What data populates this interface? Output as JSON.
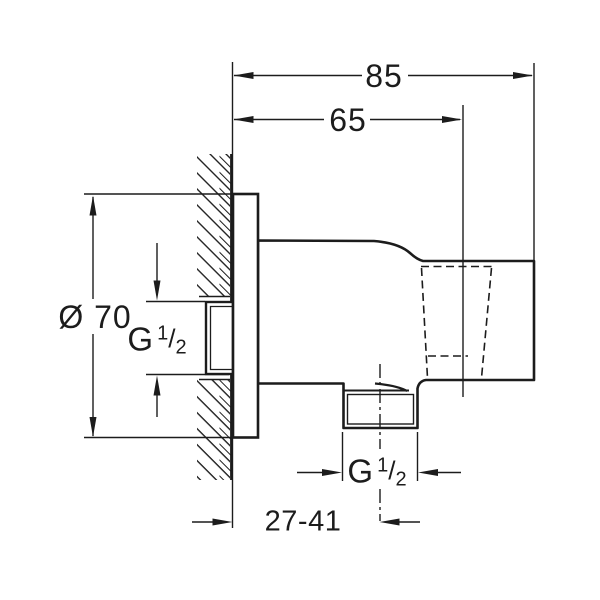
{
  "drawing": {
    "background_color": "#ffffff",
    "line_color": "#1c1c1c",
    "labels": {
      "depth_total": "85",
      "depth_holder_center": "65",
      "flange_diameter": "Ø 70",
      "wall_distance_range": "27-41",
      "inlet_thread": {
        "prefix": "G",
        "numerator": "1",
        "slash": "/",
        "denominator": "2"
      },
      "outlet_thread": {
        "prefix": "G",
        "numerator": "1",
        "slash": "/",
        "denominator": "2"
      }
    }
  }
}
